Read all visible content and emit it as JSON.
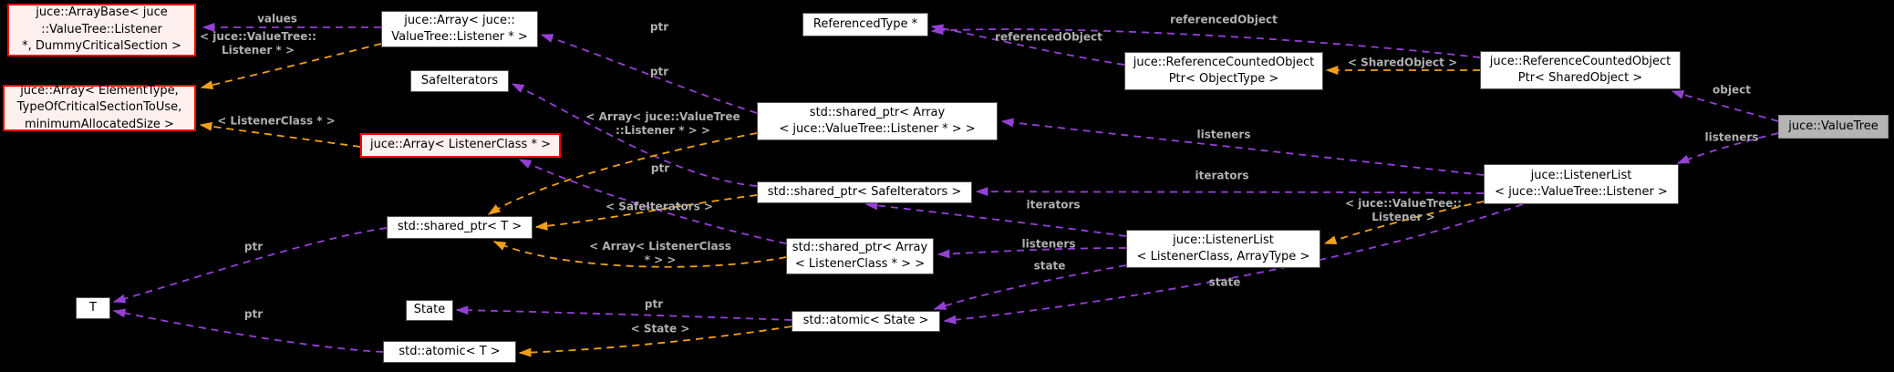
{
  "diagram": {
    "kind": "doxygen-collaboration-graph",
    "main_class": "juce::ValueTree",
    "colors": {
      "background": "#000000",
      "usage_edge": "#9540d5",
      "template_edge": "#f0a019",
      "edge_label": "#b0b0b0",
      "node_bg": "#ffffff",
      "node_border": "#525252",
      "node_text": "#000000",
      "red_node_border": "#ff0000",
      "red_node_bg": "#fff0f0",
      "main_node_bg": "#b4b4b4",
      "main_node_border": "#8c8c8c"
    },
    "nodes": [
      {
        "id": "arraybase",
        "style": "red",
        "lines": [
          "juce::ArrayBase< juce",
          "::ValueTree::Listener",
          "*, DummyCriticalSection >"
        ]
      },
      {
        "id": "array_et",
        "style": "red",
        "lines": [
          "juce::Array< ElementType,",
          "TypeOfCriticalSectionToUse,",
          "minimumAllocatedSize >"
        ]
      },
      {
        "id": "array_vtl",
        "style": "white",
        "lines": [
          "juce::Array< juce::",
          "ValueTree::Listener * >"
        ]
      },
      {
        "id": "safeiters",
        "style": "white",
        "lines": [
          "SafeIterators"
        ]
      },
      {
        "id": "array_lc",
        "style": "red",
        "lines": [
          "juce::Array< ListenerClass * >"
        ]
      },
      {
        "id": "sp_array_vt",
        "style": "white",
        "lines": [
          "std::shared_ptr< Array",
          "< juce::ValueTree::Listener * > >"
        ]
      },
      {
        "id": "reftype",
        "style": "white",
        "lines": [
          "ReferencedType *"
        ]
      },
      {
        "id": "rcop_ot",
        "style": "white",
        "lines": [
          "juce::ReferenceCountedObject",
          "Ptr< ObjectType >"
        ]
      },
      {
        "id": "rcop_so",
        "style": "white",
        "lines": [
          "juce::ReferenceCountedObject",
          "Ptr< SharedObject >"
        ]
      },
      {
        "id": "valuetree",
        "style": "main",
        "lines": [
          "juce::ValueTree"
        ]
      },
      {
        "id": "sp_safe",
        "style": "white",
        "lines": [
          "std::shared_ptr< SafeIterators >"
        ]
      },
      {
        "id": "ll_vt",
        "style": "white",
        "lines": [
          "juce::ListenerList",
          "< juce::ValueTree::Listener >"
        ]
      },
      {
        "id": "sp_t",
        "style": "white",
        "lines": [
          "std::shared_ptr< T >"
        ]
      },
      {
        "id": "sp_array_lc",
        "style": "white",
        "lines": [
          "std::shared_ptr< Array",
          "< ListenerClass * > >"
        ]
      },
      {
        "id": "ll_lc",
        "style": "white",
        "lines": [
          "juce::ListenerList",
          "< ListenerClass, ArrayType >"
        ]
      },
      {
        "id": "t",
        "style": "white",
        "lines": [
          "T"
        ]
      },
      {
        "id": "state",
        "style": "white",
        "lines": [
          "State"
        ]
      },
      {
        "id": "atomic_state",
        "style": "white",
        "lines": [
          "std::atomic< State >"
        ]
      },
      {
        "id": "atomic_t",
        "style": "white",
        "lines": [
          "std::atomic< T >"
        ]
      }
    ],
    "edges": [
      {
        "id": "values",
        "kind": "usage",
        "label": [
          "values"
        ]
      },
      {
        "id": "tmpl_vtl",
        "kind": "template",
        "label": [
          "< juce::ValueTree::",
          "Listener * >"
        ]
      },
      {
        "id": "tmpl_lc",
        "kind": "template",
        "label": [
          "< ListenerClass * >"
        ]
      },
      {
        "id": "ptr_vtl",
        "kind": "usage",
        "label": [
          "ptr"
        ]
      },
      {
        "id": "ptr_safe",
        "kind": "usage",
        "label": [
          "ptr"
        ]
      },
      {
        "id": "tmpl_sp_vt",
        "kind": "template",
        "label": [
          "< Array< juce::ValueTree",
          "::Listener * > >"
        ]
      },
      {
        "id": "tmpl_sp_safe",
        "kind": "template",
        "label": [
          "< SafeIterators >"
        ]
      },
      {
        "id": "tmpl_sp_lc",
        "kind": "template",
        "label": [
          "< Array< ListenerClass",
          "* > >"
        ]
      },
      {
        "id": "ptr_lc",
        "kind": "usage",
        "label": [
          "ptr"
        ]
      },
      {
        "id": "ptr_spt",
        "kind": "usage",
        "label": [
          "ptr"
        ]
      },
      {
        "id": "ptr_at",
        "kind": "usage",
        "label": [
          "ptr"
        ]
      },
      {
        "id": "ptr_as",
        "kind": "usage",
        "label": [
          "ptr"
        ]
      },
      {
        "id": "tmpl_atomic",
        "kind": "template",
        "label": [
          "< State >"
        ]
      },
      {
        "id": "refobj_ot",
        "kind": "usage",
        "label": [
          "referencedObject"
        ]
      },
      {
        "id": "refobj_so",
        "kind": "usage",
        "label": [
          "referencedObject"
        ]
      },
      {
        "id": "tmpl_rcop",
        "kind": "template",
        "label": [
          "< SharedObject >"
        ]
      },
      {
        "id": "object",
        "kind": "usage",
        "label": [
          "object"
        ]
      },
      {
        "id": "vt_listeners",
        "kind": "usage",
        "label": [
          "listeners"
        ]
      },
      {
        "id": "ll_vt_listeners",
        "kind": "usage",
        "label": [
          "listeners"
        ]
      },
      {
        "id": "ll_vt_iterators",
        "kind": "usage",
        "label": [
          "iterators"
        ]
      },
      {
        "id": "ll_vt_state",
        "kind": "usage",
        "label": [
          "state"
        ]
      },
      {
        "id": "tmpl_ll",
        "kind": "template",
        "label": [
          "< juce::ValueTree::",
          "Listener >"
        ]
      },
      {
        "id": "ll_lc_listeners",
        "kind": "usage",
        "label": [
          "listeners"
        ]
      },
      {
        "id": "ll_lc_iterators",
        "kind": "usage",
        "label": [
          "iterators"
        ]
      },
      {
        "id": "ll_lc_state",
        "kind": "usage",
        "label": [
          "state"
        ]
      }
    ]
  }
}
